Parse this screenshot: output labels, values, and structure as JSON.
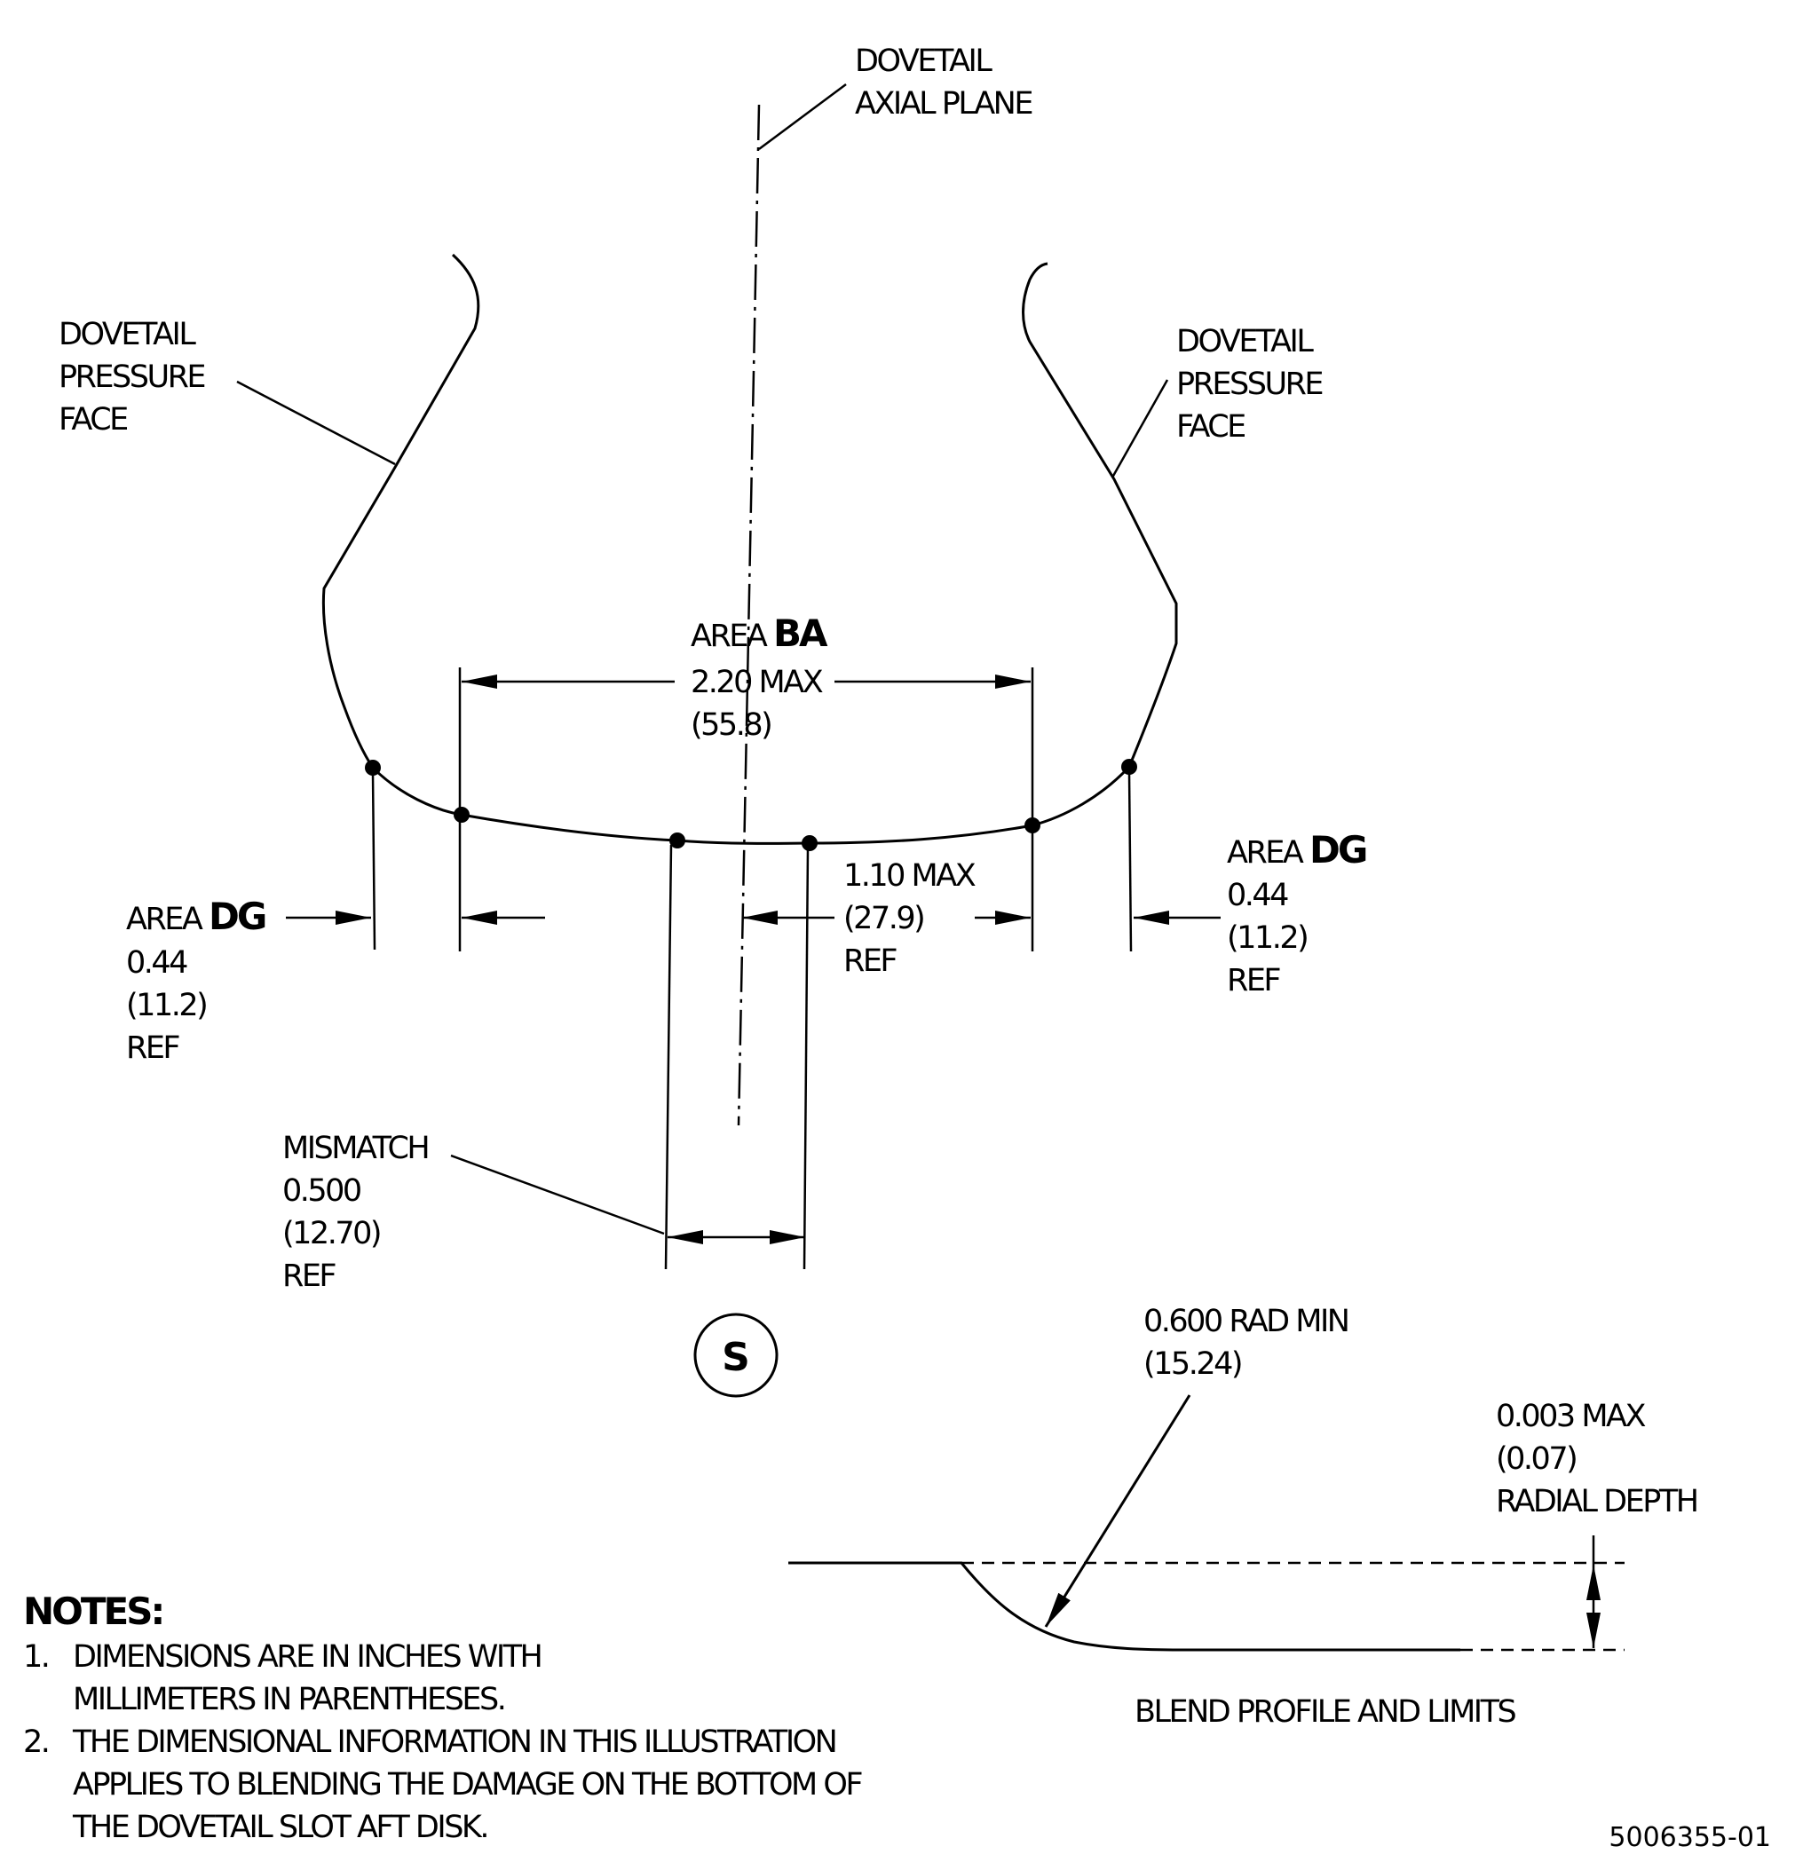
{
  "labels": {
    "axial_plane": [
      "DOVETAIL",
      "AXIAL PLANE"
    ],
    "pressure_face_left": [
      "DOVETAIL",
      "PRESSURE",
      "FACE"
    ],
    "pressure_face_right": [
      "DOVETAIL",
      "PRESSURE",
      "FACE"
    ],
    "area_ba": {
      "prefix": "AREA ",
      "code": "BA",
      "value": "2.20 MAX",
      "metric": "(55.8)"
    },
    "area_dg_left": {
      "prefix": "AREA ",
      "code": "DG",
      "value": "0.44",
      "metric": "(11.2)",
      "ref": "REF"
    },
    "area_dg_right": {
      "prefix": "AREA ",
      "code": "DG",
      "value": "0.44",
      "metric": "(11.2)",
      "ref": "REF"
    },
    "half_width": {
      "value": "1.10 MAX",
      "metric": "(27.9)",
      "ref": "REF"
    },
    "mismatch": {
      "title": "MISMATCH",
      "value": "0.500",
      "metric": "(12.70)",
      "ref": "REF"
    },
    "section_marker": "S",
    "radius": {
      "value": "0.600 RAD MIN",
      "metric": "(15.24)"
    },
    "depth": {
      "value": "0.003 MAX",
      "metric": "(0.07)",
      "label": "RADIAL DEPTH"
    },
    "blend_caption": "BLEND PROFILE AND LIMITS",
    "figure_number": "5006355-01"
  },
  "notes": {
    "heading": "NOTES:",
    "items": [
      {
        "num": "1.",
        "lines": [
          "DIMENSIONS ARE IN INCHES WITH",
          "MILLIMETERS IN PARENTHESES."
        ]
      },
      {
        "num": "2.",
        "lines": [
          "THE DIMENSIONAL INFORMATION IN THIS ILLUSTRATION",
          "APPLIES TO BLENDING THE DAMAGE ON THE BOTTOM OF",
          "THE DOVETAIL SLOT AFT DISK."
        ]
      }
    ]
  }
}
